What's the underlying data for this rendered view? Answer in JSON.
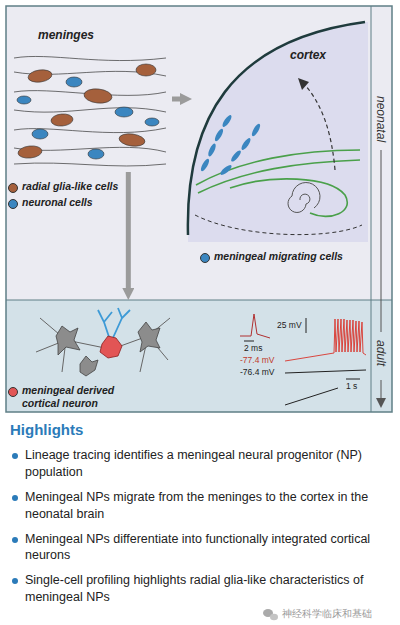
{
  "diagram": {
    "title": "Highlights",
    "nodes": [
      {
        "text": [
          "neonatal"
        ]
      },
      {
        "text": [
          "adult"
        ]
      },
      {
        "text": [
          "meninges"
        ],
        "in": 0
      },
      {
        "text": [
          "cortex"
        ],
        "in": 0
      }
    ],
    "edges": [
      {
        "from": 2,
        "to": 3,
        "arrow": "to"
      },
      {
        "from": 2,
        "to": 1,
        "arrow": "to"
      }
    ],
    "labels": [
      "2 ms",
      "25 mV",
      "-77.4 mV",
      "1 s",
      "-76.4 mV",
      "Lineage tracing identifies a meningeal neural progenitor (NP) population",
      "Meningeal NPs migrate from the meninges to the cortex in the neonatal brain",
      "Meningeal NPs differentiate into functionally integrated cortical neurons",
      "Single-cell profiling highlights radial glia-like characteristics of meningeal NPs",
      "神经科学临床和基础"
    ],
    "legend": [
      {
        "text": "radial glia-like cells",
        "color": "#a5603c"
      },
      {
        "text": "neuronal cells",
        "color": "#3b86c0"
      },
      {
        "text": "meningeal migrating cells",
        "color": "#3b86c0"
      },
      {
        "text": "meningeal derived cortical neuron",
        "color": "#e25555"
      }
    ]
  }
}
